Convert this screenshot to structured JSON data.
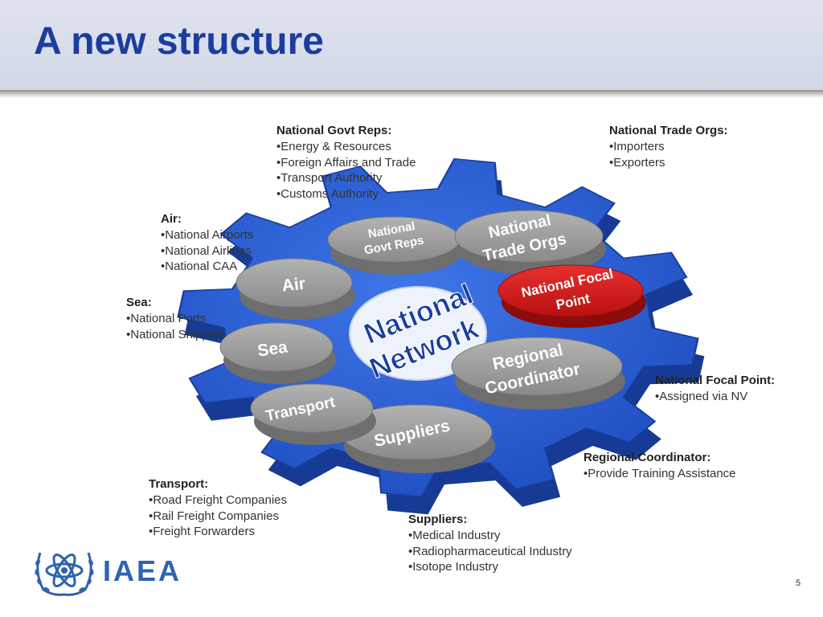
{
  "header": {
    "title": "A new structure"
  },
  "gear": {
    "center_label_1": "National",
    "center_label_2": "Network",
    "segments": {
      "govt": [
        "National",
        "Govt Reps"
      ],
      "trade": [
        "National",
        "Trade Orgs"
      ],
      "focal": [
        "National Focal",
        "Point"
      ],
      "regional": [
        "Regional",
        "Coordinator"
      ],
      "suppliers": [
        "Suppliers"
      ],
      "transport": [
        "Transport"
      ],
      "sea": [
        "Sea"
      ],
      "air": [
        "Air"
      ]
    }
  },
  "labels": {
    "govt": {
      "heading": "National Govt Reps:",
      "items": [
        "•Energy & Resources",
        "•Foreign Affairs and Trade",
        "•Transport Authority",
        "•Customs Authority"
      ]
    },
    "trade": {
      "heading": "National Trade Orgs:",
      "items": [
        "•Importers",
        "•Exporters"
      ]
    },
    "air": {
      "heading": "Air:",
      "items": [
        "•National Airports",
        "•National Airlines",
        "•National CAA"
      ]
    },
    "sea": {
      "heading": "Sea:",
      "items": [
        "•National Ports",
        "•National Shippers"
      ]
    },
    "focal": {
      "heading": "National Focal Point:",
      "items": [
        "•Assigned via NV"
      ]
    },
    "regional": {
      "heading": "Regional Coordinator:",
      "items": [
        "•Provide Training Assistance"
      ]
    },
    "transport": {
      "heading": "Transport:",
      "items": [
        "•Road Freight Companies",
        "•Rail Freight Companies",
        "•Freight Forwarders"
      ]
    },
    "suppliers": {
      "heading": "Suppliers:",
      "items": [
        "•Medical Industry",
        "•Radiopharmaceutical Industry",
        "•Isotope Industry"
      ]
    }
  },
  "logo": {
    "text": "IAEA"
  },
  "footer": {
    "page_number": "5"
  },
  "colors": {
    "title": "#1b3e9c",
    "gear_blue": "#2a5fd0",
    "gear_dark": "#1a3f9a",
    "disc_gray": "#999999",
    "disc_red": "#d81818",
    "center_text": "#1b3e9c",
    "logo_blue": "#2e63b0"
  }
}
